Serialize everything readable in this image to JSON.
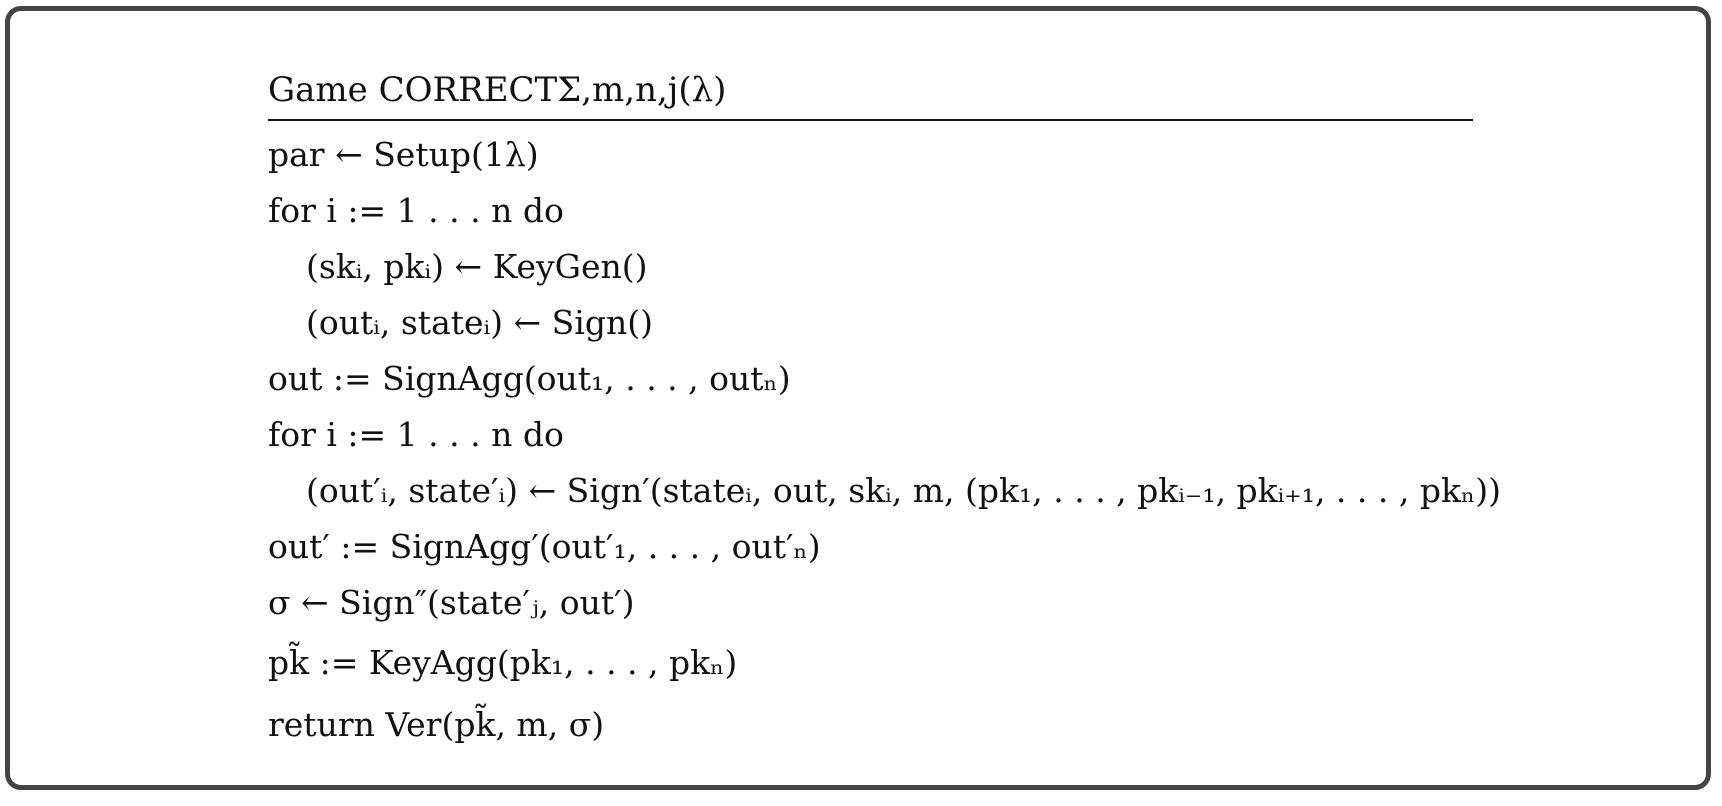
{
  "game": {
    "title": "Game CORRECTΣ,m,n,j(λ)",
    "lines": [
      "par ← Setup(1λ)",
      "for i := 1 . . . n do",
      "(skᵢ, pkᵢ) ← KeyGen()",
      "(outᵢ, stateᵢ) ← Sign()",
      "out := SignAgg(out₁, . . . , outₙ)",
      "for i := 1 . . . n do",
      "(out′ᵢ, state′ᵢ) ← Sign′(stateᵢ, out, skᵢ, m, (pk₁, . . . , pkᵢ₋₁, pkᵢ₊₁, . . . , pkₙ))",
      "out′ := SignAgg′(out′₁, . . . , out′ₙ)",
      "σ ← Sign″(state′ⱼ, out′)",
      "pk̃ := KeyAgg(pk₁, . . . , pkₙ)",
      "return Ver(pk̃, m, σ)"
    ]
  }
}
